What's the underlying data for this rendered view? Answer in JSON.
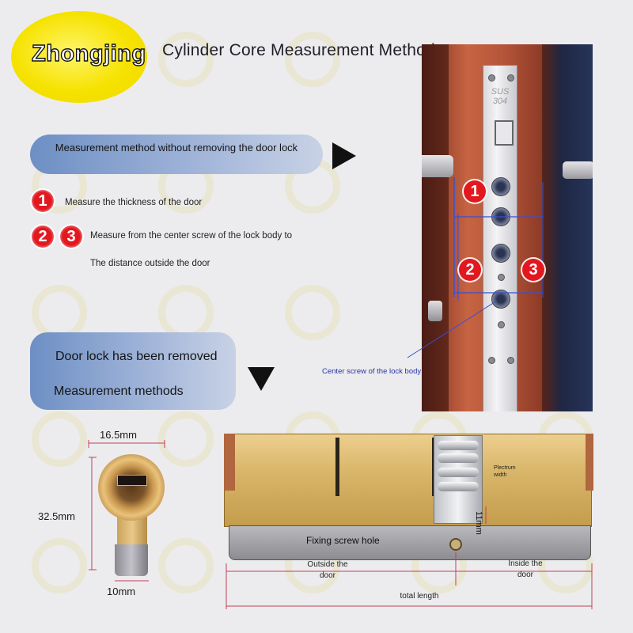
{
  "brand": {
    "logo": "Zhongjing"
  },
  "header": {
    "title": "Cylinder Core Measurement Method"
  },
  "section1": {
    "title": "Measurement method without removing the door lock",
    "step1": {
      "marker": "1",
      "text": "Measure the thickness of the door"
    },
    "step2": {
      "markers": [
        "2",
        "3"
      ],
      "text_line1": "Measure from the center screw of the lock body to",
      "text_line2": "The distance outside the door"
    }
  },
  "photo": {
    "markers": [
      "1",
      "2",
      "3"
    ],
    "plate_text": [
      "SUS",
      "304"
    ],
    "center_screw_label": "Center screw of the lock body"
  },
  "section2": {
    "line1": "Door lock has been removed",
    "line2": "Measurement methods"
  },
  "front_view": {
    "width_label": "16.5mm",
    "height_label": "32.5mm",
    "bottom_label": "10mm"
  },
  "cylinder": {
    "plectrum_label": "Plectrum width",
    "plectrum_value": "11mm",
    "fixing_label": "Fixing screw hole",
    "outside_label": "Outside the door",
    "inside_label": "Inside the door",
    "total_label": "total length"
  },
  "colors": {
    "accent_red": "#e3181f",
    "pill_blue": "#6d8fc4",
    "logo_yellow": "#f6e200",
    "dim_line": "#c0415a"
  }
}
